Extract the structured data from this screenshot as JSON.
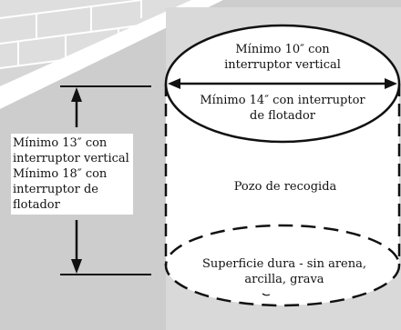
{
  "labels": {
    "top_min": "Mínimo 10″ con interruptor vertical",
    "top_min_line1": "Mínimo 10″ con",
    "top_min_line2": "interruptor vertical",
    "float_min_line1": "Mínimo 14″ con interruptor",
    "float_min_line2": "de flotador",
    "depth_line1": "Mínimo 13″ con",
    "depth_line2": "interruptor vertical",
    "depth_line3": "Mínimo 18″ con",
    "depth_line4": "interruptor de",
    "depth_line5": "flotador",
    "pit": "Pozo de recogida",
    "surface_line1": "Superficie dura - sin arena,",
    "surface_line2": "arcilla, grava"
  },
  "colors": {
    "wall": "#dcdcdc",
    "wall_shade": "#cfcfcf",
    "floor": "#c8c8c8",
    "ink": "#111111"
  }
}
